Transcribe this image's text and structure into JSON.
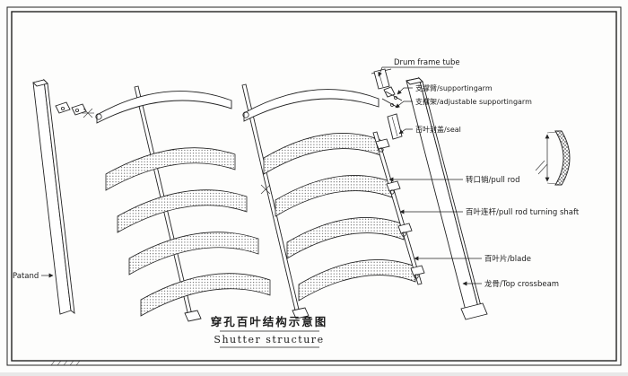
{
  "title": {
    "cn": "穿孔百叶结构示意图",
    "en": "Shutter structure"
  },
  "labels": {
    "drum_frame_tube": "Drum frame tube",
    "supporting_arm": "支撑臂/supportingarm",
    "adjustable_supporting_arm": "支撑架/adjustable supportingarm",
    "seal": "百叶封盖/seal",
    "pull_rod": "转口销/pull rod",
    "pull_rod_turning_shaft": "百叶连杆/pull rod turning shaft",
    "blade": "百叶片/blade",
    "top_crossbeam": "龙骨/Top crossbeam",
    "patand": "Patand"
  },
  "colors": {
    "line": "#222222",
    "background": "#fdfdfc",
    "perforation_dot": "#3a3a3a"
  }
}
